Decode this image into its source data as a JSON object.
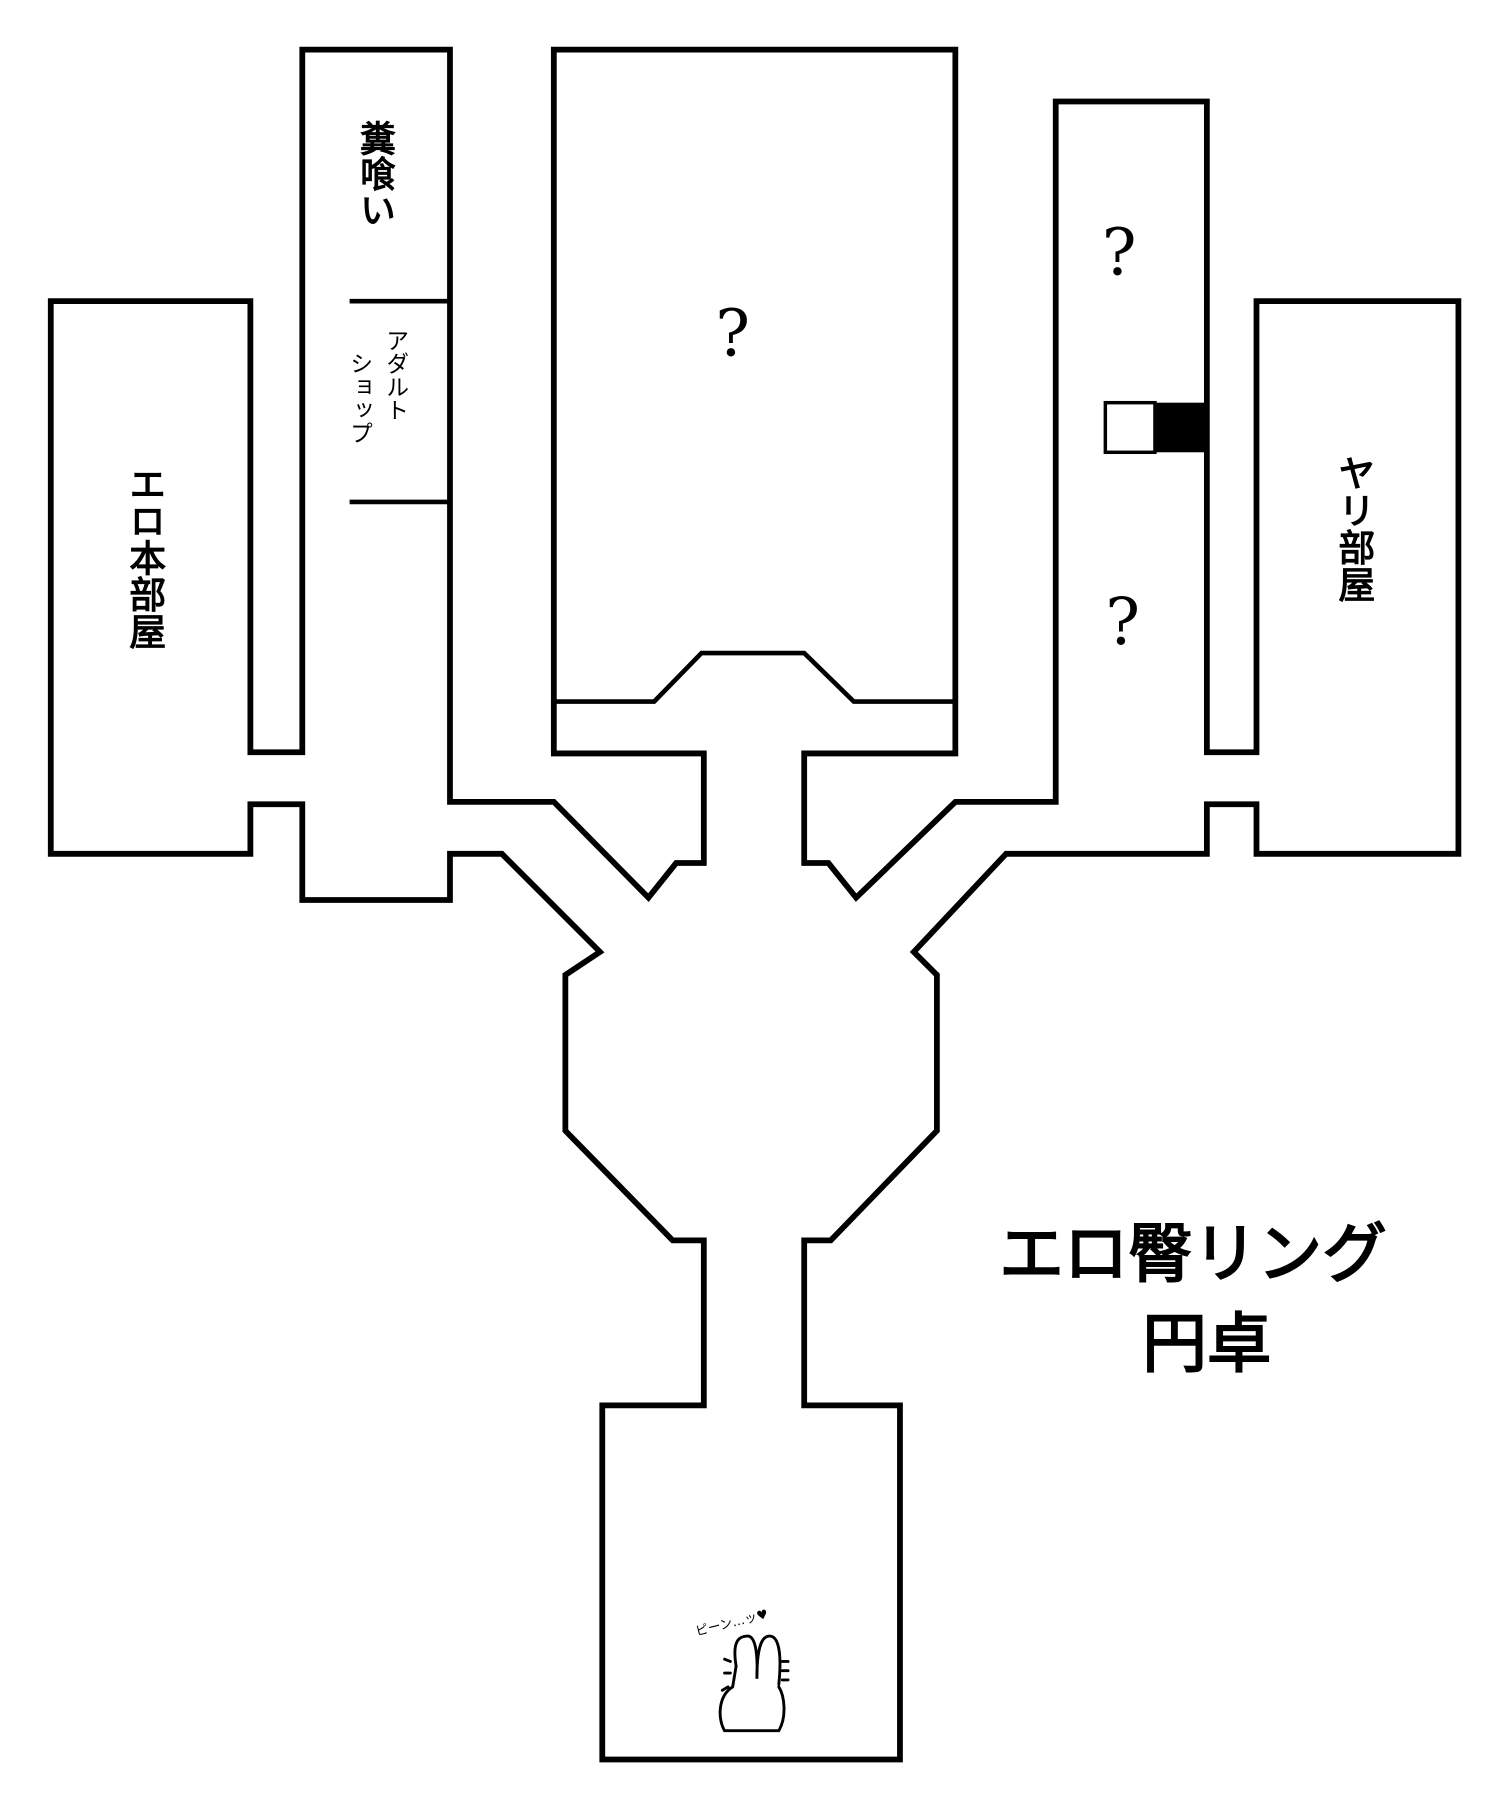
{
  "map": {
    "rooms": {
      "feces_eater": "糞喰い",
      "adult_shop_line1": "アダルト",
      "adult_shop_line2": "ショップ",
      "erotic_book_room": "エロ本部屋",
      "yari_room": "ヤリ部屋",
      "unknown_center": "?",
      "unknown_right_top": "?",
      "unknown_right_bottom": "?"
    },
    "title_line1": "エロ臀リング",
    "title_line2": "円卓",
    "bunny_caption": "ピーン…ッ♥",
    "colors": {
      "wall": "#000000",
      "background": "#ffffff"
    }
  }
}
